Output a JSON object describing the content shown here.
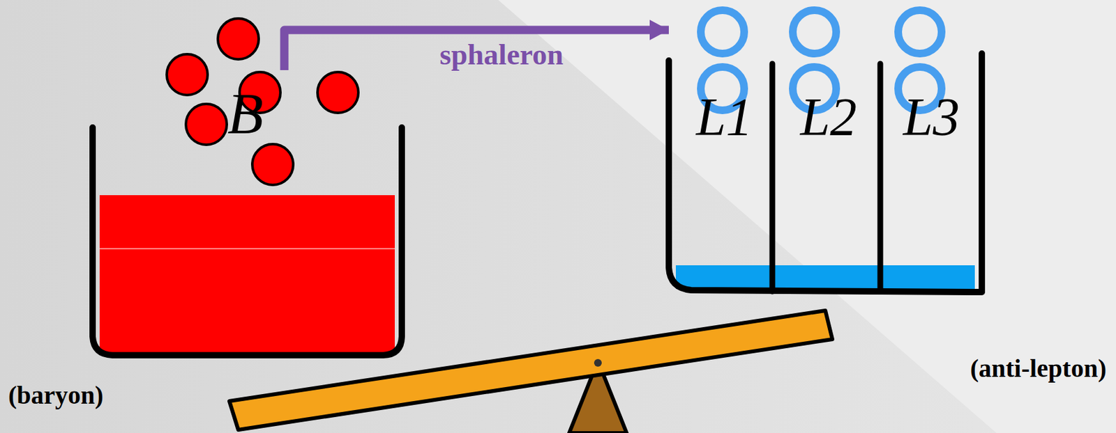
{
  "diagram": {
    "nodes": [
      {
        "text": [
          "B",
          "(baryon)"
        ]
      },
      {
        "text": [
          "(anti-lepton)"
        ]
      },
      {
        "text": [
          "L1"
        ],
        "in": 1
      },
      {
        "text": [
          "L2"
        ],
        "in": 1
      },
      {
        "text": [
          "L3"
        ],
        "in": 1
      }
    ],
    "edges": [
      {
        "from": 0,
        "to": 1,
        "arrow": "to",
        "label": "sphaleron"
      }
    ]
  }
}
